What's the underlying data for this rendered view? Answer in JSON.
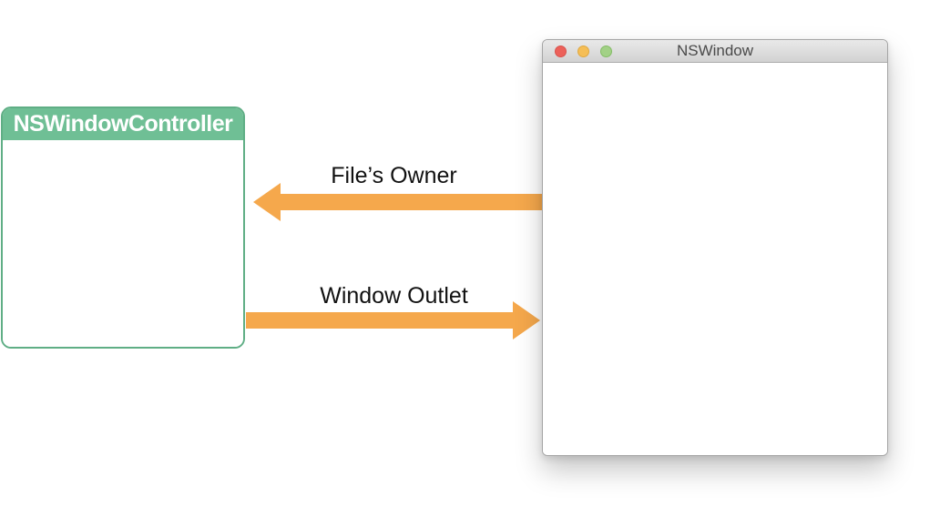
{
  "controller": {
    "title": "NSWindowController"
  },
  "window": {
    "title": "NSWindow",
    "traffic_lights": [
      {
        "name": "close",
        "color": "#ec615a"
      },
      {
        "name": "minimize",
        "color": "#f5be56"
      },
      {
        "name": "zoom",
        "color": "#a2d186"
      }
    ]
  },
  "arrows": {
    "files_owner": {
      "label": "File’s Owner",
      "direction": "left",
      "color": "#f5a84c"
    },
    "window_outlet": {
      "label": "Window Outlet",
      "direction": "right",
      "color": "#f5a84c"
    }
  },
  "colors": {
    "controller_header_green": "#6fbf95",
    "controller_border_green": "#5fae85",
    "arrow_orange": "#f5a84c",
    "titlebar_gray_top": "#e9e9e9",
    "titlebar_gray_bottom": "#d2d2d2",
    "title_text": "#4a4a4a"
  }
}
